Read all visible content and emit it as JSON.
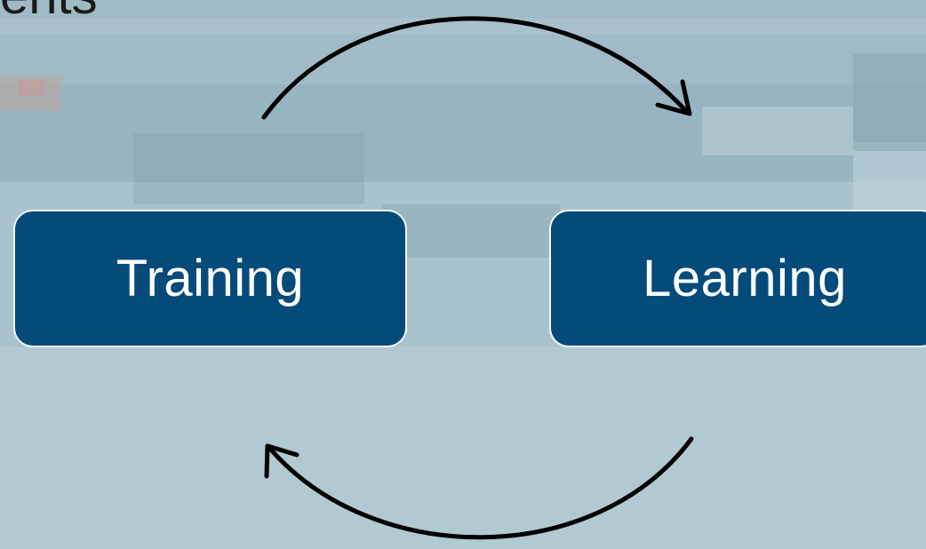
{
  "heading": "ents",
  "nodes": {
    "training": "Training",
    "learning": "Learning"
  },
  "colors": {
    "node_fill": "#044b7a",
    "node_border": "#f2f6f8",
    "node_text": "#ffffff",
    "arrow": "#000000",
    "background": "#a8c4cf"
  },
  "arrows": [
    {
      "from": "Training",
      "to": "Learning",
      "position": "top"
    },
    {
      "from": "Learning",
      "to": "Training",
      "position": "bottom"
    }
  ]
}
